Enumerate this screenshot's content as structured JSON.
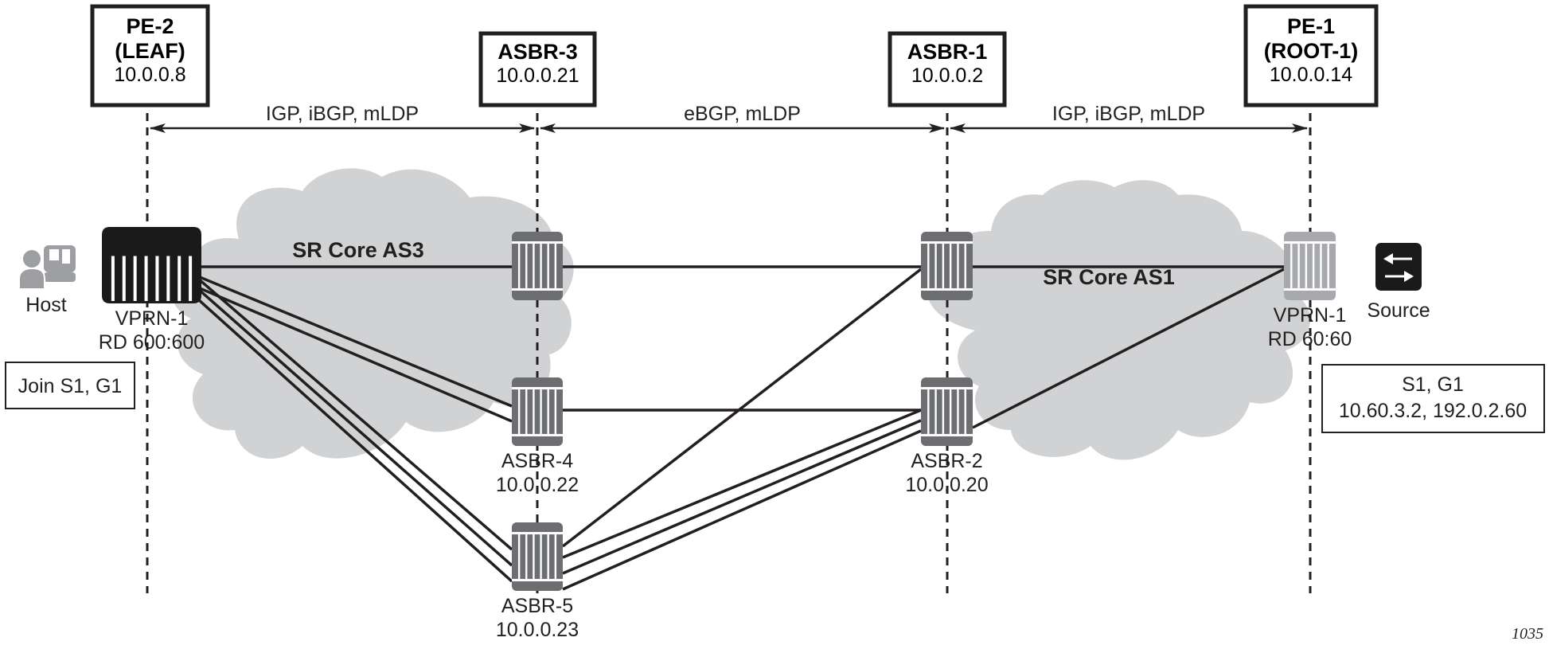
{
  "figure_number": "1035",
  "headers": [
    {
      "id": "pe2",
      "title_lines": [
        "PE-2",
        "(LEAF)"
      ],
      "ip": "10.0.0.8"
    },
    {
      "id": "asbr3",
      "title_lines": [
        "ASBR-3"
      ],
      "ip": "10.0.0.21"
    },
    {
      "id": "asbr1",
      "title_lines": [
        "ASBR-1"
      ],
      "ip": "10.0.0.2"
    },
    {
      "id": "pe1",
      "title_lines": [
        "PE-1",
        "(ROOT-1)"
      ],
      "ip": "10.0.0.14"
    }
  ],
  "segments": [
    {
      "from": "pe2",
      "to": "asbr3",
      "label": "IGP, iBGP, mLDP"
    },
    {
      "from": "asbr3",
      "to": "asbr1",
      "label": "eBGP, mLDP"
    },
    {
      "from": "asbr1",
      "to": "pe1",
      "label": "IGP, iBGP, mLDP"
    }
  ],
  "clouds": [
    {
      "id": "as3",
      "label": "SR Core AS3"
    },
    {
      "id": "as1",
      "label": "SR Core AS1"
    }
  ],
  "routers": {
    "pe2": {
      "style": "black",
      "labels": [
        "VPRN-1",
        "RD 600:600"
      ]
    },
    "asbr3": {
      "style": "dark",
      "labels": []
    },
    "asbr4": {
      "style": "dark",
      "labels": [
        "ASBR-4",
        "10.0.0.22"
      ]
    },
    "asbr5": {
      "style": "dark",
      "labels": [
        "ASBR-5",
        "10.0.0.23"
      ]
    },
    "asbr1": {
      "style": "dark",
      "labels": []
    },
    "asbr2": {
      "style": "dark",
      "labels": [
        "ASBR-2",
        "10.0.0.20"
      ]
    },
    "pe1": {
      "style": "light",
      "labels": [
        "VPRN-1",
        "RD 60:60"
      ]
    }
  },
  "links": [
    {
      "from": "pe2",
      "to": "asbr3",
      "count": 1
    },
    {
      "from": "pe2",
      "to": "asbr4",
      "count": 2
    },
    {
      "from": "pe2",
      "to": "asbr5",
      "count": 3
    },
    {
      "from": "asbr3",
      "to": "asbr1",
      "count": 1
    },
    {
      "from": "asbr4",
      "to": "asbr2",
      "count": 1
    },
    {
      "from": "asbr5",
      "to": "asbr1",
      "count": 1
    },
    {
      "from": "asbr5",
      "to": "asbr2",
      "count": 3
    },
    {
      "from": "asbr1",
      "to": "pe1",
      "count": 1
    },
    {
      "from": "asbr2",
      "to": "pe1",
      "count": 1
    }
  ],
  "host": {
    "label": "Host",
    "icon": "host-icon"
  },
  "source": {
    "label": "Source",
    "icon": "switch-arrows-icon"
  },
  "join_note": {
    "text": "Join S1, G1"
  },
  "source_note": {
    "lines": [
      "S1, G1",
      "10.60.3.2, 192.0.2.60"
    ]
  },
  "colors": {
    "cloud": "#d1d2d4",
    "router_dark": "#6d6e71",
    "router_light": "#a7a9ac",
    "router_black": "#1a1a1a",
    "host": "#9d9fa2",
    "line": "#231f20"
  }
}
